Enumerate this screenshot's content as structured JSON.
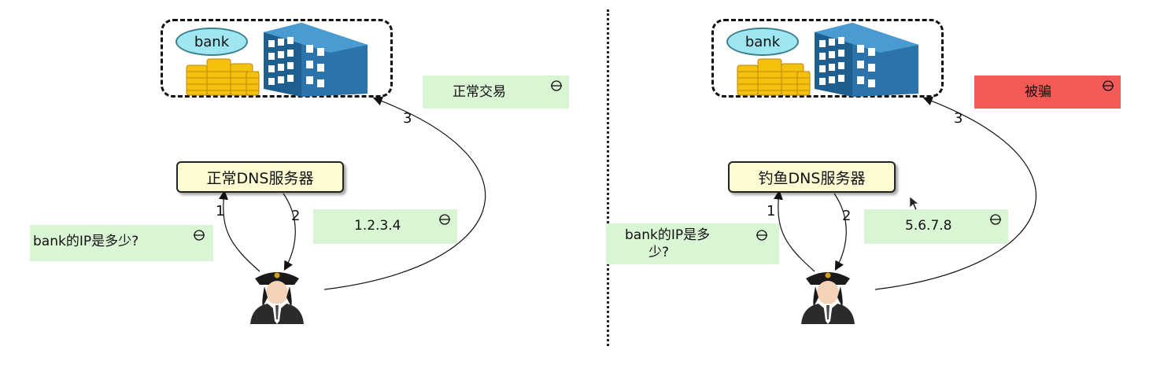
{
  "left": {
    "bank_label": "bank",
    "server_label": "正常DNS服务器",
    "query_note": "bank的IP是多少?",
    "answer_note": "1.2.3.4",
    "result_note": "正常交易",
    "step_labels": [
      "1",
      "2",
      "3"
    ]
  },
  "right": {
    "bank_label": "bank",
    "server_label": "钓鱼DNS服务器",
    "query_note_line1": "bank的IP是多",
    "query_note_line2": "少?",
    "answer_note": "5.6.7.8",
    "result_note": "被骗",
    "step_labels": [
      "1",
      "2",
      "3"
    ]
  },
  "colors": {
    "bank_bubble": "#9ee6f2",
    "server_box": "#fdfbd2",
    "note_normal": "#d9f5d4",
    "note_alert": "#f25a56",
    "building": "#1f5f8f"
  },
  "icons": [
    "coins-icon",
    "building-icon",
    "user-icon",
    "note-icon",
    "cursor-icon"
  ]
}
